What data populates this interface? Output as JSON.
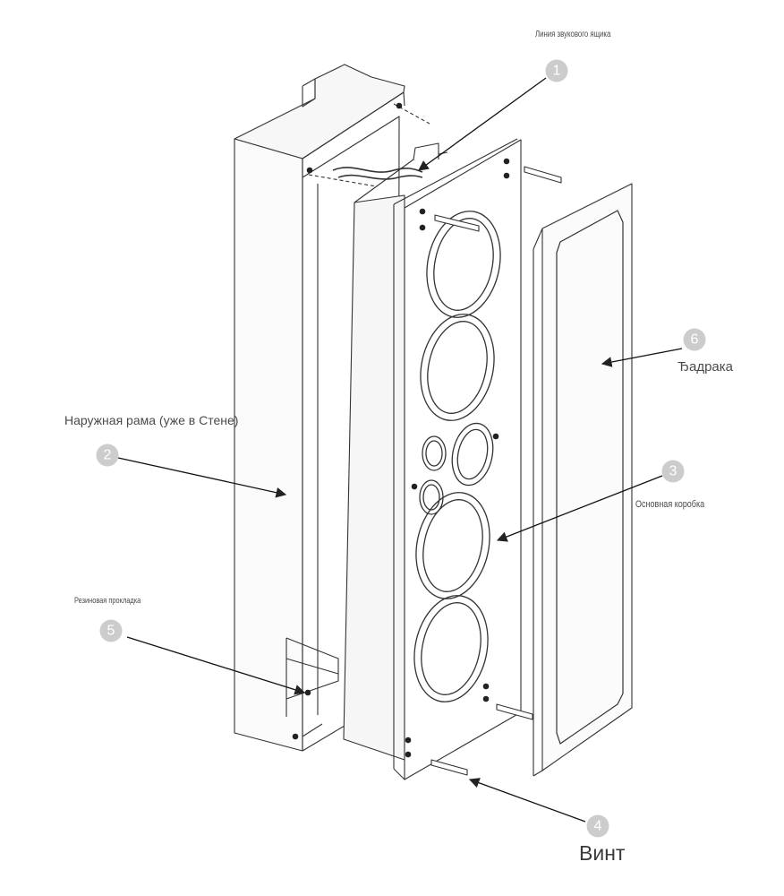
{
  "labels": {
    "speaker_box_line": "Линия звукового ящика",
    "outer_frame": "Наружная рама (уже в Стене)",
    "main_box": "Основная коробка",
    "screw": "Винт",
    "rubber_gasket": "Резиновая прокладка",
    "grille": "Ђадрака"
  },
  "badges": {
    "b1": "1",
    "b2": "2",
    "b3": "3",
    "b4": "4",
    "b5": "5",
    "b6": "6"
  },
  "colors": {
    "line": "#333333",
    "badge": "#cccccc",
    "text": "#4a4a4a"
  }
}
